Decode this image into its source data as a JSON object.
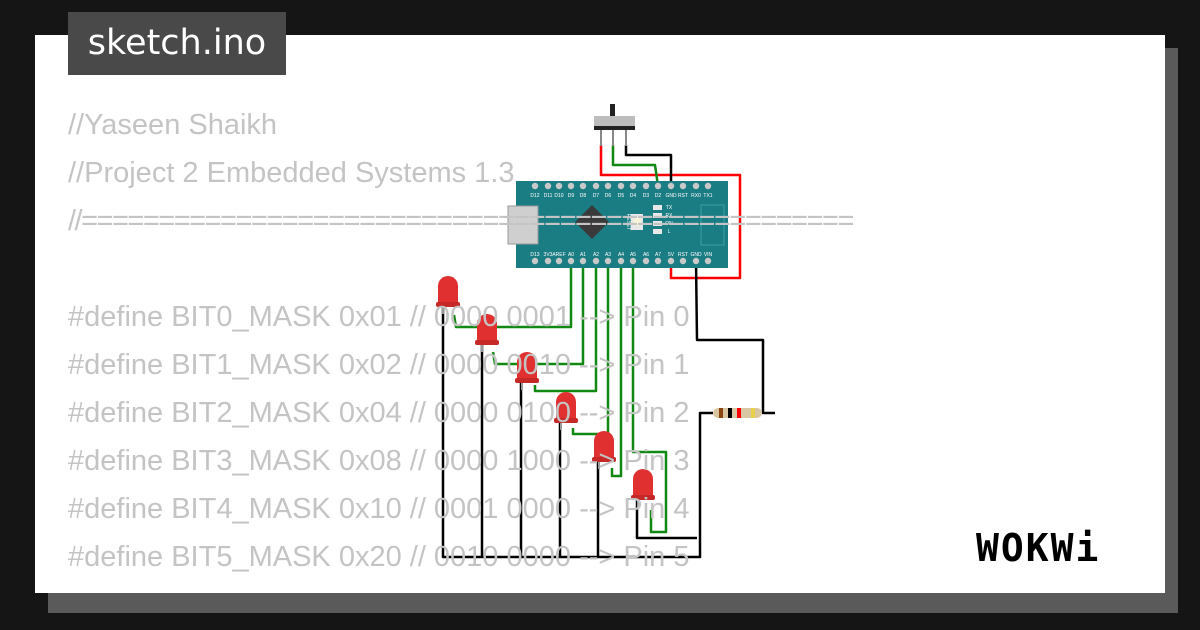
{
  "title": "sketch.ino",
  "code_lines": [
    "//Yaseen Shaikh",
    "//Project 2 Embedded Systems 1.3",
    "//==================================================",
    "",
    "#define BIT0_MASK 0x01 // 0000 0001 --> Pin 0",
    "#define BIT1_MASK 0x02 // 0000 0010 --> Pin 1",
    "#define BIT2_MASK 0x04 // 0000 0100 --> Pin 2",
    "#define BIT3_MASK 0x08 // 0000 1000 --> Pin 3",
    "#define BIT4_MASK 0x10 // 0001 0000 --> Pin 4",
    "#define BIT5_MASK 0x20 // 0010 0000 --> Pin 5"
  ],
  "board": {
    "top_pins": [
      "D12",
      "D11",
      "D10",
      "D9",
      "D8",
      "D7",
      "D6",
      "D5",
      "D4",
      "D3",
      "D2",
      "GND",
      "RST",
      "RX0",
      "TX1"
    ],
    "bottom_pins": [
      "D13",
      "3V3",
      "AREF",
      "A0",
      "A1",
      "A2",
      "A3",
      "A4",
      "A5",
      "A6",
      "A7",
      "5V",
      "RST",
      "GND",
      "VIN"
    ],
    "reset_label": "RESET",
    "led_labels": [
      "TX",
      "RX",
      "ON",
      "L"
    ],
    "color": "#1b7d84"
  },
  "logo": "WOKWi",
  "colors": {
    "wire_red": "#ff0000",
    "wire_green": "#118811",
    "wire_black": "#000000",
    "led": "#e03030"
  }
}
